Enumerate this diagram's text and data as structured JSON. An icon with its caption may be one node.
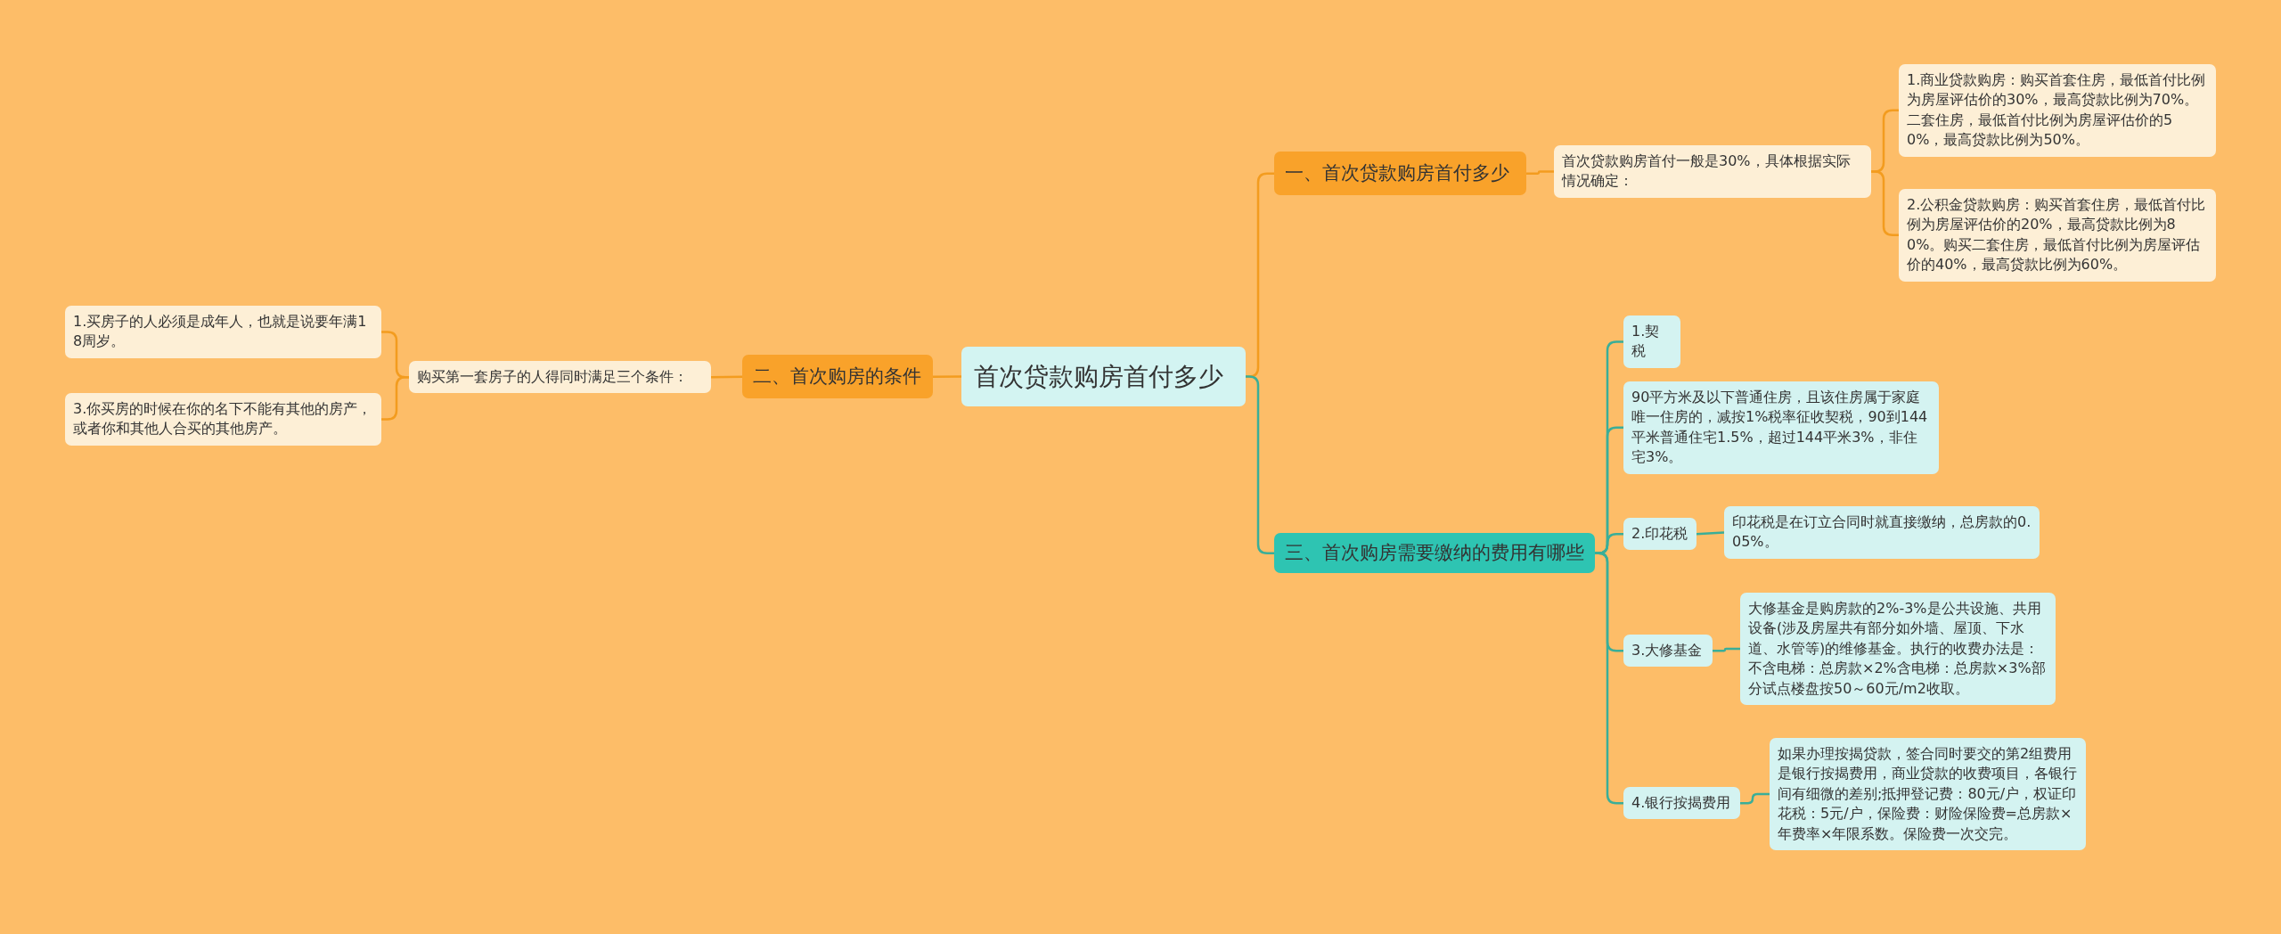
{
  "diagram": {
    "nodes": [
      {
        "text": [
          "首次贷款购房首付多少"
        ]
      },
      {
        "text": [
          "一、首次贷款购房首付多少"
        ]
      },
      {
        "text": [
          "首次贷款购房首付一般是30%，具体根据实际情况确定："
        ]
      },
      {
        "text": [
          "1.商业贷款购房：购买首套住房，最低首付比例为房屋评估价的30%，最高贷款比例为70%。二套住房，最低首付比例为房屋评估价的50%，最高贷款比例为50%。"
        ]
      },
      {
        "text": [
          "2.公积金贷款购房：购买首套住房，最低首付比例为房屋评估价的20%，最高贷款比例为80%。购买二套住房，最低首付比例为房屋评估价的40%，最高贷款比例为60%。"
        ]
      },
      {
        "text": [
          "二、首次购房的条件"
        ]
      },
      {
        "text": [
          "购买第一套房子的人得同时满足三个条件："
        ]
      },
      {
        "text": [
          "1.买房子的人必须是成年人，也就是说要年满18周岁。"
        ]
      },
      {
        "text": [
          "3.你买房的时候在你的名下不能有其他的房产，或者你和其他人合买的其他房产。"
        ]
      },
      {
        "text": [
          "三、首次购房需要缴纳的费用有哪些"
        ]
      },
      {
        "text": [
          "1.契税"
        ]
      },
      {
        "text": [
          "90平方米及以下普通住房，且该住房属于家庭唯一住房的，减按1%税率征收契税，90到144平米普通住宅1.5%，超过144平米3%，非住宅3%。"
        ]
      },
      {
        "text": [
          "2.印花税"
        ]
      },
      {
        "text": [
          "印花税是在订立合同时就直接缴纳，总房款的0.05%。"
        ]
      },
      {
        "text": [
          "3.大修基金"
        ]
      },
      {
        "text": [
          "大修基金是购房款的2%-3%是公共设施、共用设备(涉及房屋共有部分如外墙、屋顶、下水道、水管等)的维修基金。执行的收费办法是：不含电梯：总房款×2%含电梯：总房款×3%部分试点楼盘按50～60元/m2收取。"
        ]
      },
      {
        "text": [
          "4.银行按揭费用"
        ]
      },
      {
        "text": [
          "如果办理按揭贷款，签合同时要交的第2组费用是银行按揭费用，商业贷款的收费项目，各银行间有细微的差别;抵押登记费：80元/户，权证印花税：5元/户，保险费：财险保险费=总房款×年费率×年限系数。保险费一次交完。"
        ]
      }
    ],
    "edges": [
      {
        "from": 0,
        "to": 1,
        "arrow": "none",
        "color": "#f39c1f"
      },
      {
        "from": 1,
        "to": 2,
        "arrow": "none",
        "color": "#f39c1f"
      },
      {
        "from": 2,
        "to": 3,
        "arrow": "none",
        "color": "#f39c1f"
      },
      {
        "from": 2,
        "to": 4,
        "arrow": "none",
        "color": "#f39c1f"
      },
      {
        "from": 0,
        "to": 5,
        "arrow": "none",
        "color": "#f39c1f"
      },
      {
        "from": 5,
        "to": 6,
        "arrow": "none",
        "color": "#f39c1f"
      },
      {
        "from": 6,
        "to": 7,
        "arrow": "none",
        "color": "#f39c1f"
      },
      {
        "from": 6,
        "to": 8,
        "arrow": "none",
        "color": "#f39c1f"
      },
      {
        "from": 0,
        "to": 9,
        "arrow": "none"
      },
      {
        "from": 9,
        "to": 10,
        "arrow": "none"
      },
      {
        "from": 9,
        "to": 11,
        "arrow": "none"
      },
      {
        "from": 9,
        "to": 12,
        "arrow": "none"
      },
      {
        "from": 12,
        "to": 13,
        "arrow": "none"
      },
      {
        "from": 9,
        "to": 14,
        "arrow": "none"
      },
      {
        "from": 14,
        "to": 15,
        "arrow": "none"
      },
      {
        "from": 9,
        "to": 16,
        "arrow": "none"
      },
      {
        "from": 16,
        "to": 17,
        "arrow": "none"
      }
    ]
  }
}
